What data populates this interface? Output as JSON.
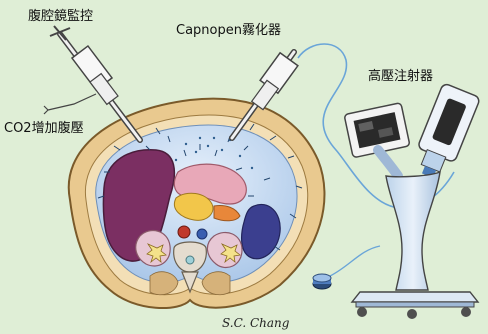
{
  "labels": {
    "laparoscope": "腹腔鏡監控",
    "capnopen": "Capnopen霧化器",
    "injector": "高壓注射器",
    "co2": "CO2增加腹壓"
  },
  "signature": "S.C. Chang",
  "colors": {
    "background": "#dfeed6",
    "abdominal_cavity": "#c7dcf2",
    "abdominal_wall": "#e9c98f",
    "tube": "#6aa5d8",
    "liver": "#7b2f62",
    "spleen": "#3b3f8f"
  }
}
